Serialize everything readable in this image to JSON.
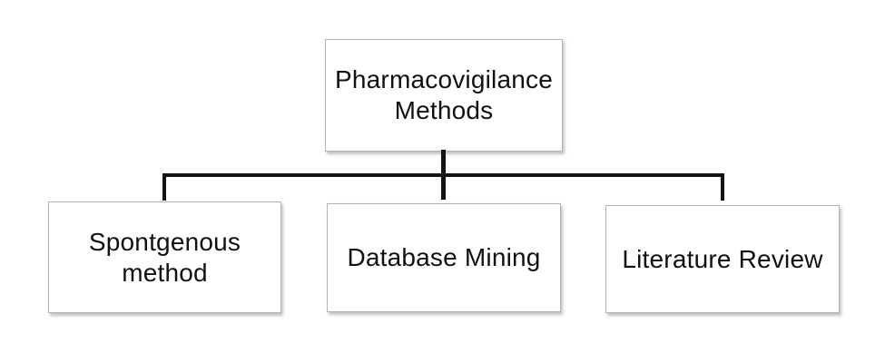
{
  "diagram": {
    "root": {
      "label": "Pharmacovigilance Methods",
      "lines": [
        "Pharmacovigilance",
        "Methods"
      ]
    },
    "children": [
      {
        "label": "Spontgenous method",
        "lines": [
          "Spontgenous",
          "method"
        ]
      },
      {
        "label": "Database Mining",
        "lines": [
          "Database Mining"
        ]
      },
      {
        "label": "Literature Review",
        "lines": [
          "Literature Review"
        ]
      }
    ]
  },
  "colors": {
    "pageBg": "#ffffff",
    "boxFill": "#ffffff",
    "boxBorder": "#b3b3b3",
    "connector": "#141414",
    "text": "#111111",
    "shadow": "rgba(136,136,136,0.5)"
  }
}
